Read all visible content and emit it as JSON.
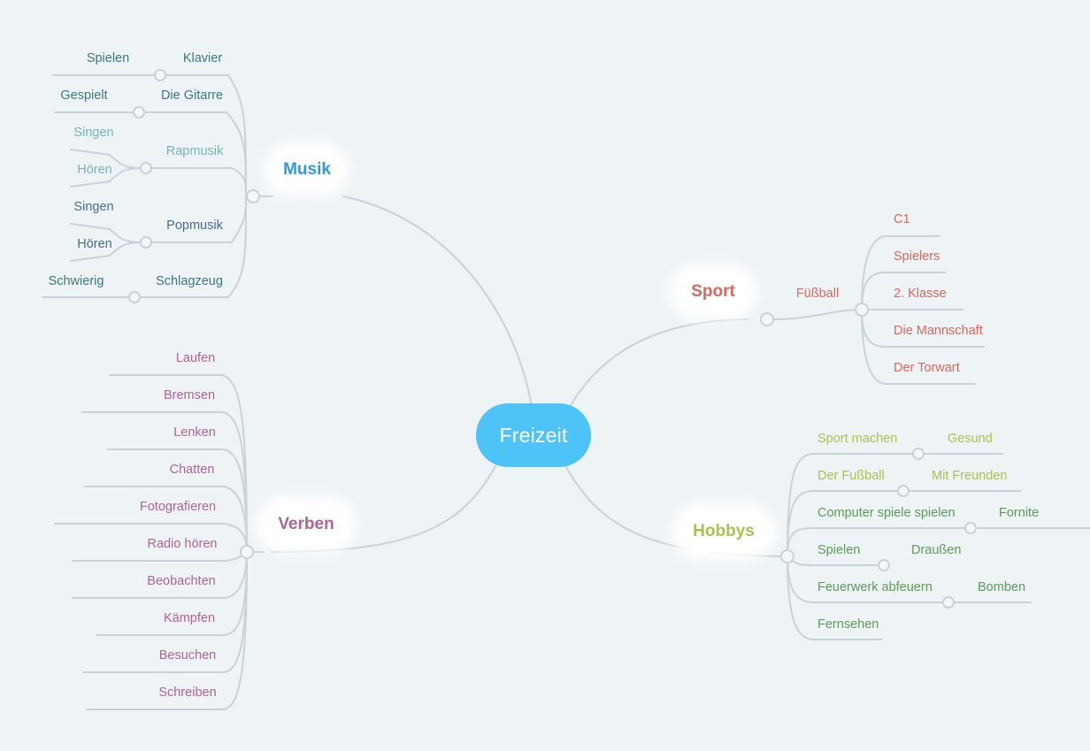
{
  "document": {
    "type": "mind-map",
    "background_color": "#eef3f6"
  },
  "root": {
    "label": "Freizeit",
    "color": "#ffffff",
    "fill": "#4ec3f7"
  },
  "palette": {
    "musik": "#2e97e8",
    "musik_dark_teal": "#3c7a76",
    "musik_light_teal": "#77b4b0",
    "musik_slate": "#4a6b8a",
    "sport": "#d9685e",
    "verben": "#b1648c",
    "hobbys_light": "#a8c252",
    "hobbys_dark": "#5e9a57",
    "wire": "#c9d2d6"
  },
  "branches": [
    {
      "id": "musik",
      "label": "Musik",
      "color": "#2e97e8",
      "rows": [
        {
          "left": "Spielen",
          "right": "Klavier",
          "color": "#3c7a76"
        },
        {
          "left": "Gespielt",
          "right": "Die Gitarre",
          "color": "#3c7a76"
        },
        {
          "left": "Singen",
          "right": "Rapmusik",
          "color": "#77b4b0",
          "second_left": "Hören"
        },
        {
          "left": "Singen",
          "right": "Popmusik",
          "color": "#4a6b8a",
          "second_left": "Hören"
        },
        {
          "left": "Schwierig",
          "right": "Schlagzeug",
          "color": "#3c7a76"
        }
      ]
    },
    {
      "id": "sport",
      "label": "Sport",
      "color": "#d9685e",
      "stem": "Füßball",
      "rows": [
        {
          "label": "C1",
          "color": "#d9685e"
        },
        {
          "label": "Spielers",
          "color": "#d9685e"
        },
        {
          "label": "2. Klasse",
          "color": "#d9685e"
        },
        {
          "label": "Die Mannschaft",
          "color": "#d9685e"
        },
        {
          "label": "Der Torwart",
          "color": "#d9685e"
        }
      ]
    },
    {
      "id": "verben",
      "label": "Verben",
      "color": "#b1648c",
      "rows": [
        {
          "label": "Laufen",
          "color": "#b1648c"
        },
        {
          "label": "Bremsen",
          "color": "#b1648c"
        },
        {
          "label": "Lenken",
          "color": "#b1648c"
        },
        {
          "label": "Chatten",
          "color": "#b1648c"
        },
        {
          "label": "Fotografieren",
          "color": "#b1648c"
        },
        {
          "label": "Radio hören",
          "color": "#b1648c"
        },
        {
          "label": "Beobachten",
          "color": "#b1648c"
        },
        {
          "label": "Kämpfen",
          "color": "#b1648c"
        },
        {
          "label": "Besuchen",
          "color": "#b1648c"
        },
        {
          "label": "Schreiben",
          "color": "#b1648c"
        }
      ]
    },
    {
      "id": "hobbys",
      "label": "Hobbys",
      "color": "#a8c252",
      "rows": [
        {
          "left": "Sport machen",
          "right": "Gesund",
          "color": "#a8c252"
        },
        {
          "left": "Der Fußball",
          "right": "Mit Freunden",
          "color": "#a8c252"
        },
        {
          "left": "Computer spiele spielen",
          "right": "Fornite",
          "color": "#5e9a57"
        },
        {
          "left": "Spielen",
          "right": "Draußen",
          "color": "#5e9a57"
        },
        {
          "left": "Feuerwerk abfeuern",
          "right": "Bomben",
          "color": "#5e9a57"
        },
        {
          "left": "Fernsehen",
          "right": "",
          "color": "#5e9a57"
        }
      ]
    }
  ]
}
